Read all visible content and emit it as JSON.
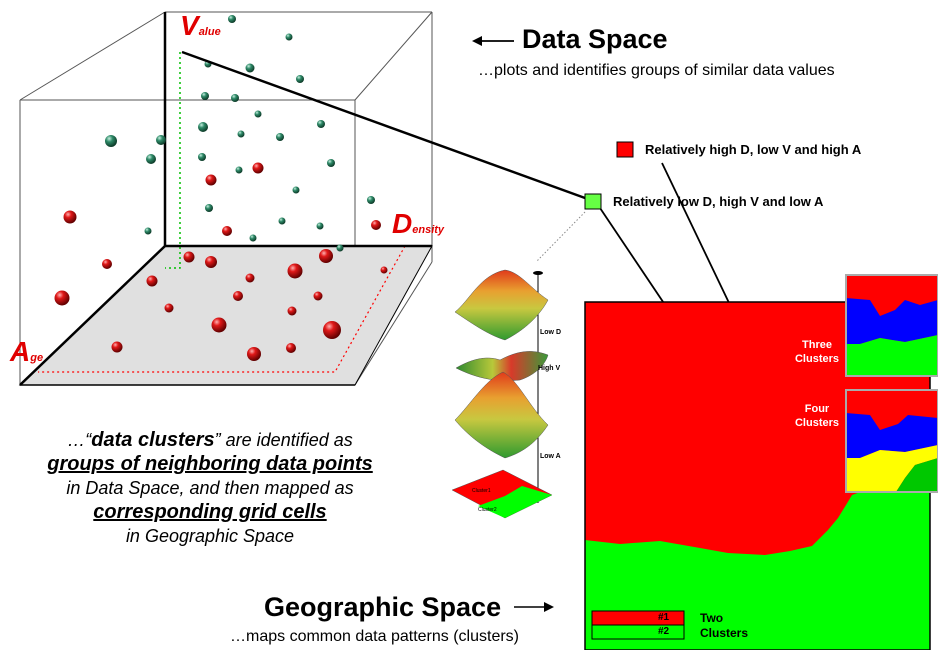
{
  "data_space": {
    "title": "Data Space",
    "subtitle": "…plots and identifies groups of similar data values",
    "axes": {
      "value": {
        "initial": "V",
        "rest": "alue"
      },
      "density": {
        "initial": "D",
        "rest": "ensity"
      },
      "age": {
        "initial": "A",
        "rest": "ge"
      }
    }
  },
  "legend": {
    "red": {
      "label": "Relatively high D, low V and high A",
      "color": "#ff0000"
    },
    "green": {
      "label": "Relatively low D, high V and low A",
      "color": "#00ff00"
    }
  },
  "caption": {
    "line1_a": "…“",
    "line1_b": "data clusters",
    "line1_c": "” are identified as",
    "line2": "groups of neighboring data points",
    "line3": "in Data Space, and then mapped as",
    "line4": "corresponding grid cells",
    "line5": "in  Geographic Space"
  },
  "stack": {
    "labels": [
      "Low D",
      "High V",
      "Low A"
    ],
    "map_labels": [
      "Cluster1",
      "Cluster2"
    ]
  },
  "geographic_space": {
    "title": "Geographic Space",
    "subtitle": "…maps common data patterns (clusters)"
  },
  "maps": {
    "three": {
      "label_line1": "Three",
      "label_line2": "Clusters"
    },
    "four": {
      "label_line1": "Four",
      "label_line2": "Clusters"
    },
    "two": {
      "label_line1": "Two",
      "label_line2": "Clusters",
      "legend": [
        "#1",
        "#2"
      ]
    }
  },
  "colors": {
    "red": "#ff0000",
    "green": "#00ff00",
    "blue": "#0000ff",
    "yellow": "#ffff00",
    "accent": "#e00000"
  }
}
